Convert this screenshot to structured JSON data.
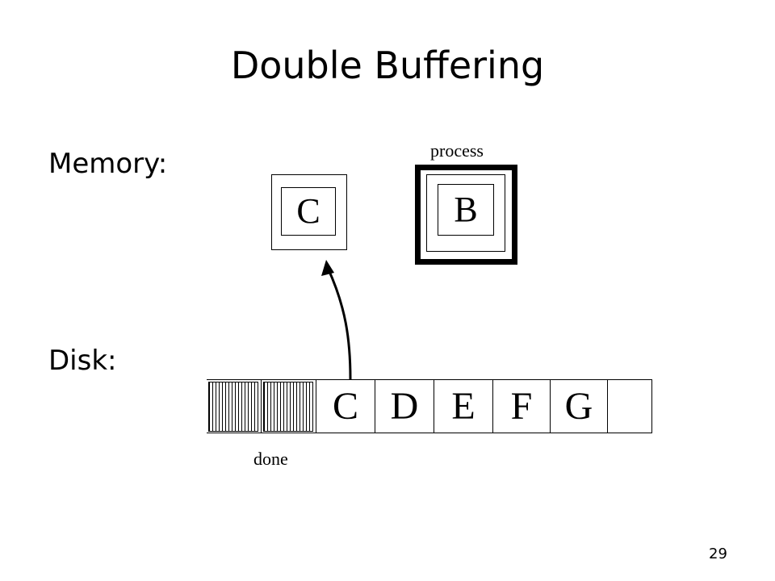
{
  "slide": {
    "title": "Double Buffering",
    "page_number": "29"
  },
  "memory": {
    "label": "Memory:",
    "process_label": "process",
    "buffers": [
      {
        "name": "C",
        "role": "input"
      },
      {
        "name": "B",
        "role": "process",
        "highlighted": true
      }
    ]
  },
  "disk": {
    "label": "Disk:",
    "done_label": "done",
    "done_blocks": 2,
    "blocks": [
      "C",
      "D",
      "E",
      "F",
      "G",
      ""
    ]
  },
  "arrow": {
    "from": "disk block C",
    "to": "memory buffer C"
  }
}
